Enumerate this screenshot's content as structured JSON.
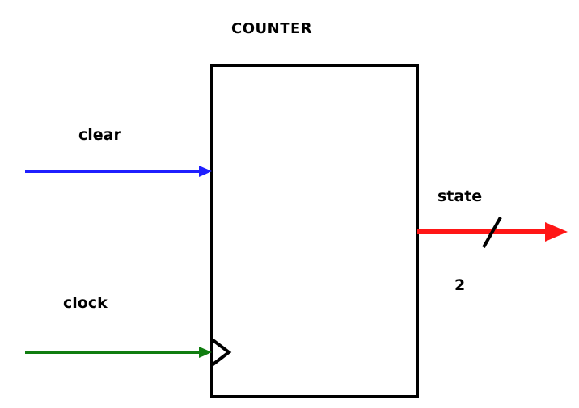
{
  "title": "COUNTER",
  "inputs": [
    {
      "label": "clear",
      "color": "#1f1fff"
    },
    {
      "label": "clock",
      "color": "#107d10"
    }
  ],
  "output": {
    "label": "state",
    "color": "#ff1616",
    "bus_width": "2"
  },
  "block_border_color": "#000000"
}
